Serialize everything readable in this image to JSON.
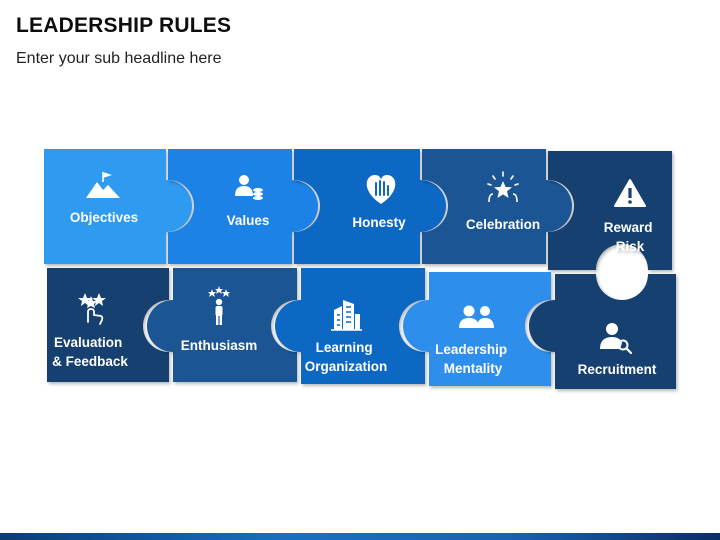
{
  "title": "LEADERSHIP RULES",
  "subtitle": "Enter your sub headline here",
  "colors": {
    "piece_1": "#2e9af0",
    "piece_2": "#1e82e6",
    "piece_3": "#1068c4",
    "piece_4": "#1d5494",
    "piece_5": "#17416f",
    "bottom_bar_start": "#0c3d75",
    "bottom_bar_end": "#0b2f63"
  },
  "pieces": [
    {
      "icon": "mountain-flag-icon",
      "lines": [
        "Objectives"
      ]
    },
    {
      "icon": "person-coins-icon",
      "lines": [
        "Values"
      ]
    },
    {
      "icon": "heart-hand-icon",
      "lines": [
        "Honesty"
      ]
    },
    {
      "icon": "star-burst-icon",
      "lines": [
        "Celebration"
      ]
    },
    {
      "icon": "warning-icon",
      "lines": [
        "Reward",
        "Risk"
      ]
    },
    {
      "icon": "hand-stars-icon",
      "lines": [
        "Evaluation",
        "& Feedback"
      ]
    },
    {
      "icon": "person-stars-icon",
      "lines": [
        "Enthusiasm"
      ]
    },
    {
      "icon": "buildings-icon",
      "lines": [
        "Learning",
        "Organization"
      ]
    },
    {
      "icon": "two-people-icon",
      "lines": [
        "Leadership",
        "Mentality"
      ]
    },
    {
      "icon": "person-search-icon",
      "lines": [
        "Recruitment"
      ]
    }
  ]
}
